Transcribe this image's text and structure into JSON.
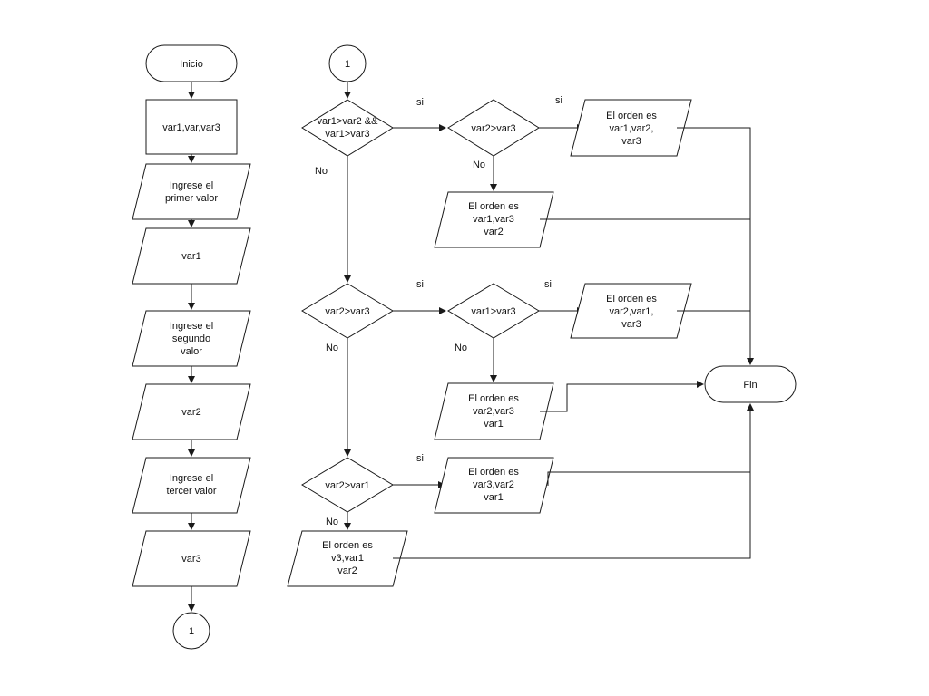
{
  "left_column": {
    "start": "Inicio",
    "declare": "var1,var,var3",
    "prompt1": [
      "Ingrese el",
      "primer valor"
    ],
    "read1": "var1",
    "prompt2": [
      "Ingrese el",
      "segundo",
      "valor"
    ],
    "read2": "var2",
    "prompt3": [
      "Ingrese el",
      "tercer valor"
    ],
    "read3": "var3",
    "connector": "1"
  },
  "right_column": {
    "connector": "1",
    "decision1": [
      "var1>var2 &&",
      "var1>var3"
    ],
    "decision1a": "var2>var3",
    "out_1_2_3": [
      "El orden es",
      "var1,var2,",
      "var3"
    ],
    "out_1_3_2": [
      "El orden es",
      "var1,var3",
      "var2"
    ],
    "decision2": "var2>var3",
    "decision2a": "var1>var3",
    "out_2_1_3": [
      "El orden es",
      "var2,var1,",
      "var3"
    ],
    "out_2_3_1": [
      "El orden es",
      "var2,var3",
      "var1"
    ],
    "decision3": "var2>var1",
    "out_3_2_1": [
      "El orden es",
      "var3,var2",
      "var1"
    ],
    "out_v3_1_2": [
      "El orden es",
      "v3,var1",
      "var2"
    ],
    "end": "Fin"
  },
  "branch_labels": {
    "yes": "si",
    "no": "No"
  }
}
